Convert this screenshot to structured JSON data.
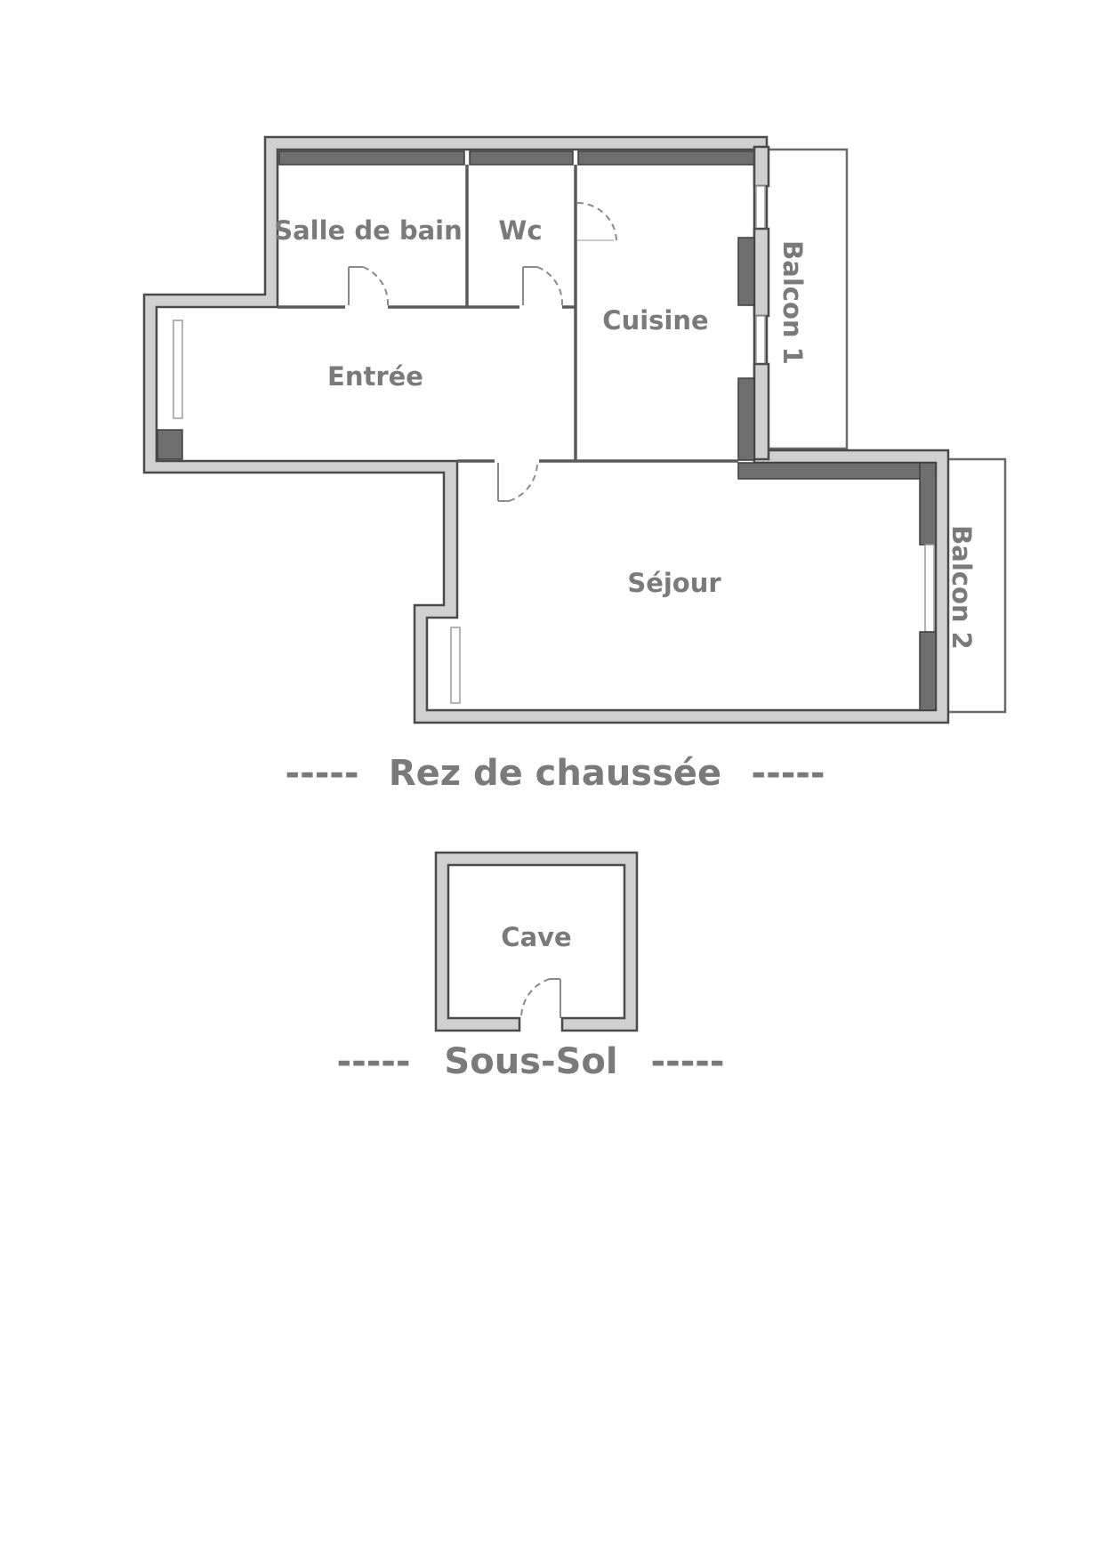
{
  "floors": {
    "ground": {
      "caption_left": "-----",
      "caption": "Rez de chaussée",
      "caption_right": "-----",
      "rooms": {
        "salle_de_bain": "Salle de bain",
        "wc": "Wc",
        "cuisine": "Cuisine",
        "entree": "Entrée",
        "sejour": "Séjour",
        "balcon_1": "Balcon 1",
        "balcon_2": "Balcon 2"
      }
    },
    "basement": {
      "caption_left": "-----",
      "caption": "Sous-Sol",
      "caption_right": "-----",
      "rooms": {
        "cave": "Cave"
      }
    }
  },
  "colors": {
    "label": "#7a7a7a",
    "wall_fill": "#d0d0d0",
    "wall_stroke": "#4a4a4a",
    "dark_wall": "#6e6e6e"
  }
}
